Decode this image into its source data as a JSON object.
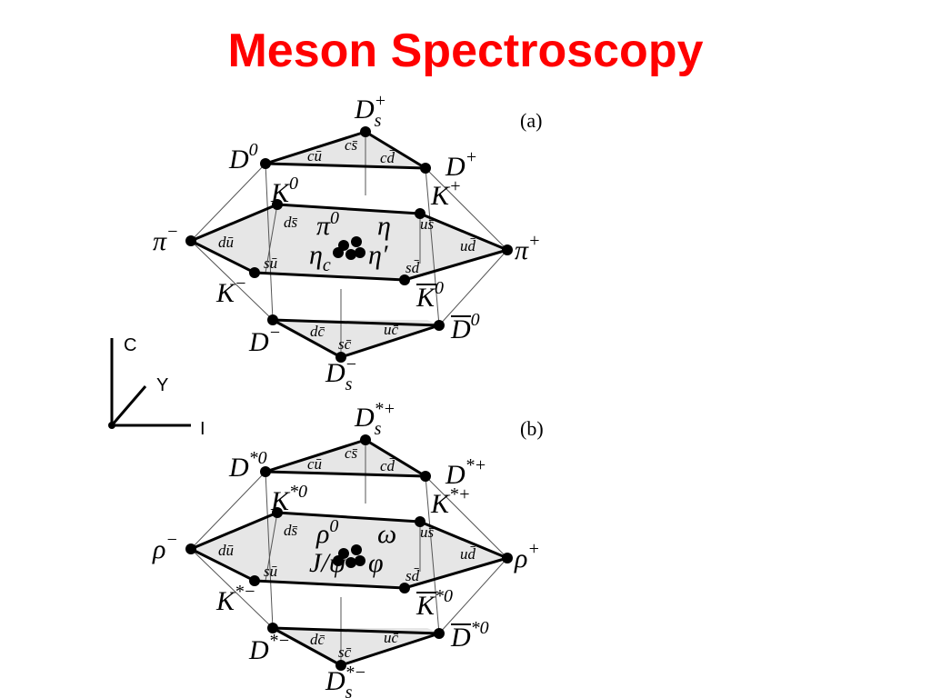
{
  "slide": {
    "title": "Meson Spectroscopy",
    "title_color": "#ff0000"
  },
  "axes": {
    "c": "C",
    "y": "Y",
    "i": "I"
  },
  "panel_a": {
    "tag": "(a)",
    "nodes": {
      "ds_plus": {
        "base": "D",
        "sub": "s",
        "sup": "+"
      },
      "d0": {
        "base": "D",
        "sup": "0"
      },
      "d_plus": {
        "base": "D",
        "sup": "+"
      },
      "k0": {
        "base": "K",
        "sup": "0"
      },
      "k_plus": {
        "base": "K",
        "sup": "+"
      },
      "pi_minus": {
        "base": "π",
        "sup": "−"
      },
      "pi_plus": {
        "base": "π",
        "sup": "+"
      },
      "k_minus": {
        "base": "K",
        "sup": "−"
      },
      "k0_bar": {
        "base": "K",
        "sup": "0"
      },
      "d_minus": {
        "base": "D",
        "sup": "−"
      },
      "d0_bar": {
        "base": "D",
        "sup": "0"
      },
      "ds_minus": {
        "base": "D",
        "sub": "s",
        "sup": "−"
      }
    },
    "quarks": {
      "cs": "cs̄",
      "cu": "cū",
      "cd": "cd̄",
      "ds": "ds̄",
      "us": "us̄",
      "du": "dū",
      "ud": "ud̄",
      "su": "sū",
      "sd": "sd̄",
      "dc": "dc̄",
      "uc": "uc̄",
      "sc": "sc̄"
    },
    "center": {
      "l1": "π",
      "l1_sup": "0",
      "l2": "η",
      "l3": "η",
      "l3_sub": "c",
      "l4": "η′"
    }
  },
  "panel_b": {
    "tag": "(b)",
    "nodes": {
      "ds_plus": {
        "base": "D",
        "sub": "s",
        "sup": "*+"
      },
      "d0": {
        "base": "D",
        "sup": "*0"
      },
      "d_plus": {
        "base": "D",
        "sup": "*+"
      },
      "k0": {
        "base": "K",
        "sup": "*0"
      },
      "k_plus": {
        "base": "K",
        "sup": "*+"
      },
      "pi_minus": {
        "base": "ρ",
        "sup": "−"
      },
      "pi_plus": {
        "base": "ρ",
        "sup": "+"
      },
      "k_minus": {
        "base": "K",
        "sup": "*−"
      },
      "k0_bar": {
        "base": "K",
        "sup": "*0"
      },
      "d_minus": {
        "base": "D",
        "sup": "*−"
      },
      "d0_bar": {
        "base": "D",
        "sup": "*0"
      },
      "ds_minus": {
        "base": "D",
        "sub": "s",
        "sup": "*−"
      }
    },
    "quarks": {
      "cs": "cs̄",
      "cu": "cū",
      "cd": "cd̄",
      "ds": "ds̄",
      "us": "us̄",
      "du": "dū",
      "ud": "ud̄",
      "su": "sū",
      "sd": "sd̄",
      "dc": "dc̄",
      "uc": "uc̄",
      "sc": "sc̄"
    },
    "center": {
      "l1": "ρ",
      "l1_sup": "0",
      "l2": "ω",
      "l3": "J/ψ",
      "l3_sub": "",
      "l4": "φ"
    }
  }
}
